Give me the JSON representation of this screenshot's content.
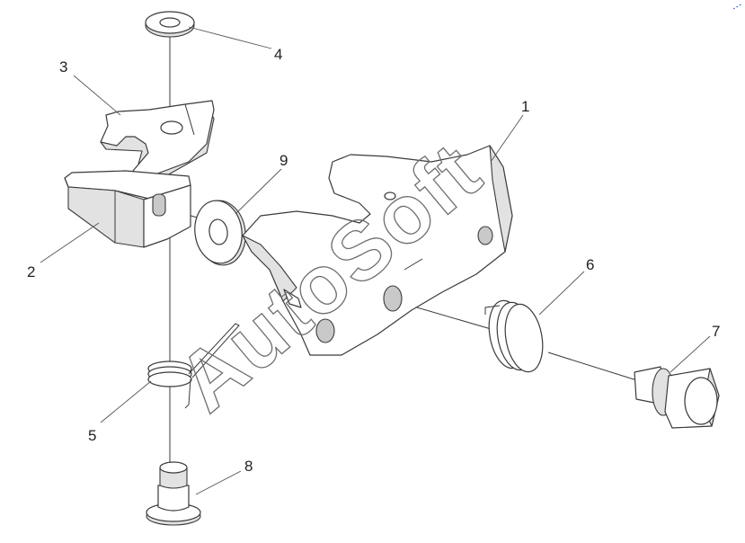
{
  "diagram": {
    "callouts": [
      "1",
      "2",
      "3",
      "4",
      "5",
      "6",
      "7",
      "8",
      "9"
    ]
  },
  "watermark": {
    "text": "AutoSoft"
  }
}
